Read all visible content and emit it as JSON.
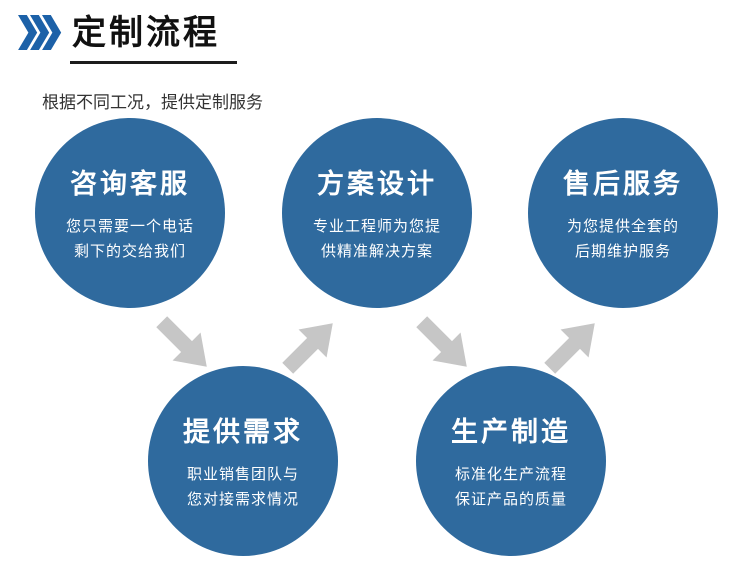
{
  "header": {
    "title": "定制流程",
    "subtitle": "根据不同工况，提供定制服务"
  },
  "steps": [
    {
      "title": "咨询客服",
      "desc": "您只需要一个电话\n剩下的交给我们"
    },
    {
      "title": "提供需求",
      "desc": "职业销售团队与\n您对接需求情况"
    },
    {
      "title": "方案设计",
      "desc": "专业工程师为您提\n供精准解决方案"
    },
    {
      "title": "生产制造",
      "desc": "标准化生产流程\n保证产品的质量"
    },
    {
      "title": "售后服务",
      "desc": "为您提供全套的\n后期维护服务"
    }
  ],
  "icons": {
    "header_chevrons": "triple-chevron-right-icon",
    "flow_arrow": "gray-arrow-icon"
  },
  "colors": {
    "circle-blue": "#2f6a9e",
    "arrow-gray": "#c6c6c6",
    "chevron-blue": "#1c61a8",
    "underline-dark": "#1c1c1c",
    "title-black": "#111111",
    "subtitle-gray": "#333333"
  }
}
